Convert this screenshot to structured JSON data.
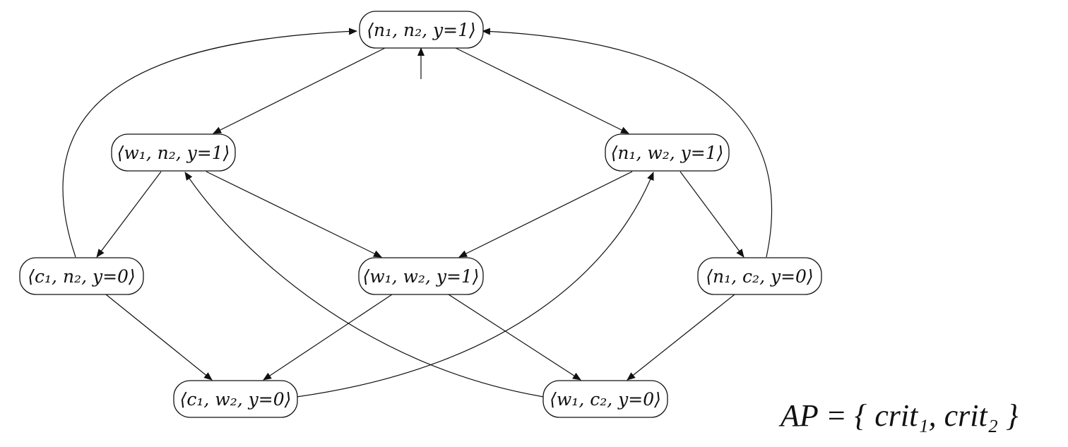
{
  "states": [
    {
      "id": "s_n1_n2",
      "label": "⟨n₁, n₂, y=1⟩"
    },
    {
      "id": "s_w1_n2",
      "label": "⟨w₁, n₂, y=1⟩"
    },
    {
      "id": "s_n1_w2",
      "label": "⟨n₁, w₂, y=1⟩"
    },
    {
      "id": "s_c1_n2",
      "label": "⟨c₁, n₂, y=0⟩"
    },
    {
      "id": "s_w1_w2",
      "label": "⟨w₁, w₂, y=1⟩"
    },
    {
      "id": "s_n1_c2",
      "label": "⟨n₁, c₂, y=0⟩"
    },
    {
      "id": "s_c1_w2",
      "label": "⟨c₁, w₂, y=0⟩"
    },
    {
      "id": "s_w1_c2",
      "label": "⟨w₁, c₂, y=0⟩"
    }
  ],
  "transitions": [
    {
      "from": "initial",
      "to": "s_n1_n2"
    },
    {
      "from": "s_n1_n2",
      "to": "s_w1_n2"
    },
    {
      "from": "s_n1_n2",
      "to": "s_n1_w2"
    },
    {
      "from": "s_w1_n2",
      "to": "s_c1_n2"
    },
    {
      "from": "s_w1_n2",
      "to": "s_w1_w2"
    },
    {
      "from": "s_n1_w2",
      "to": "s_w1_w2"
    },
    {
      "from": "s_n1_w2",
      "to": "s_n1_c2"
    },
    {
      "from": "s_c1_n2",
      "to": "s_n1_n2"
    },
    {
      "from": "s_n1_c2",
      "to": "s_n1_n2"
    },
    {
      "from": "s_c1_n2",
      "to": "s_c1_w2"
    },
    {
      "from": "s_w1_w2",
      "to": "s_c1_w2"
    },
    {
      "from": "s_w1_w2",
      "to": "s_w1_c2"
    },
    {
      "from": "s_n1_c2",
      "to": "s_w1_c2"
    },
    {
      "from": "s_c1_w2",
      "to": "s_n1_w2"
    },
    {
      "from": "s_w1_c2",
      "to": "s_w1_n2"
    }
  ],
  "atomic_propositions": {
    "label": "AP = { crit₁, crit₂ }"
  }
}
